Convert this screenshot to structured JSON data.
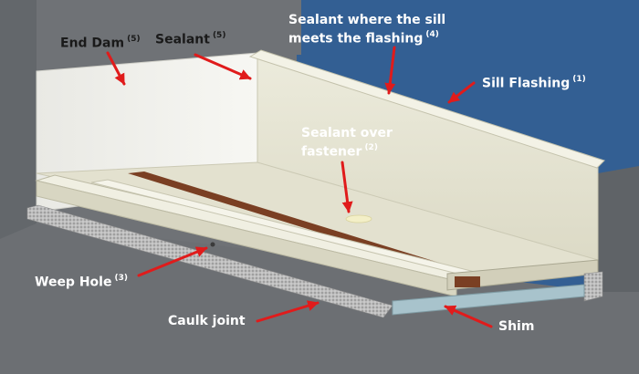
{
  "colors": {
    "sky": "#335f93",
    "wall": "#6f7276",
    "arrow": "#e01b1b",
    "flashing": "#e9e7d6",
    "sealant_bead": "#7a3f23",
    "shim": "#a8c3cc"
  },
  "callouts": {
    "end_dam": {
      "text": "End Dam",
      "note": "(5)"
    },
    "sealant": {
      "text": "Sealant",
      "note": "(5)"
    },
    "sealant_sill": {
      "line1": "Sealant where the sill",
      "line2": "meets the flashing",
      "note": "(4)"
    },
    "sill_flashing": {
      "text": "Sill Flashing",
      "note": "(1)"
    },
    "sealant_fastener": {
      "line1": "Sealant over",
      "line2": "fastener",
      "note": "(2)"
    },
    "weep_hole": {
      "text": "Weep Hole",
      "note": "(3)"
    },
    "caulk_joint": {
      "text": "Caulk joint"
    },
    "shim": {
      "text": "Shim"
    }
  }
}
